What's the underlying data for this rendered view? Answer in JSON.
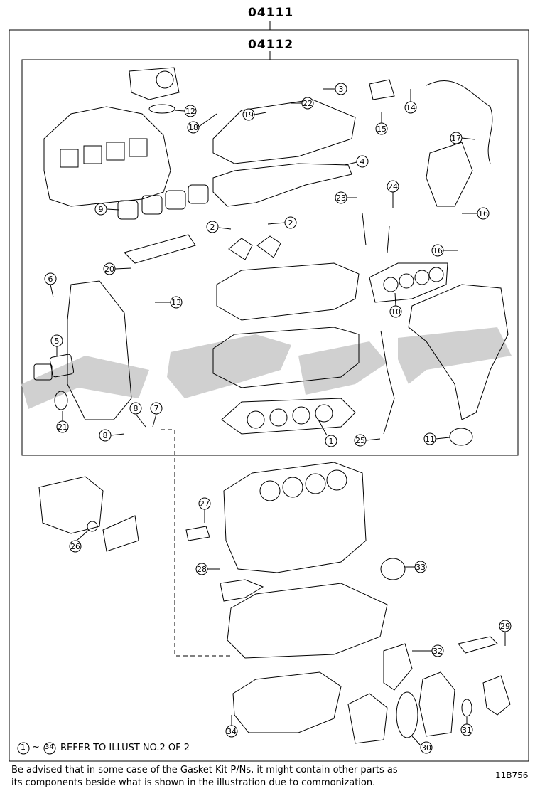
{
  "header": {
    "kit_code": "04111",
    "sub_kit_code": "04112"
  },
  "callouts": [
    "1",
    "2",
    "2",
    "3",
    "4",
    "5",
    "6",
    "7",
    "8",
    "8",
    "9",
    "10",
    "11",
    "12",
    "13",
    "14",
    "15",
    "16",
    "16",
    "17",
    "18",
    "19",
    "20",
    "21",
    "22",
    "23",
    "24",
    "25",
    "26",
    "27",
    "28",
    "29",
    "30",
    "31",
    "32",
    "33",
    "34"
  ],
  "reference_note": {
    "start": "1",
    "tilde": "~",
    "end": "34",
    "text": "REFER TO ILLUST NO.2 OF 2"
  },
  "footer": {
    "advisory_line1": "Be advised that in some case of the Gasket Kit P/Ns,  it might contain other parts as",
    "advisory_line2": "its components beside what is shown in the illustration due to commonization.",
    "figure_id": "11B756"
  },
  "colors": {
    "line": "#000000",
    "watermark": "#c8c8c8"
  }
}
